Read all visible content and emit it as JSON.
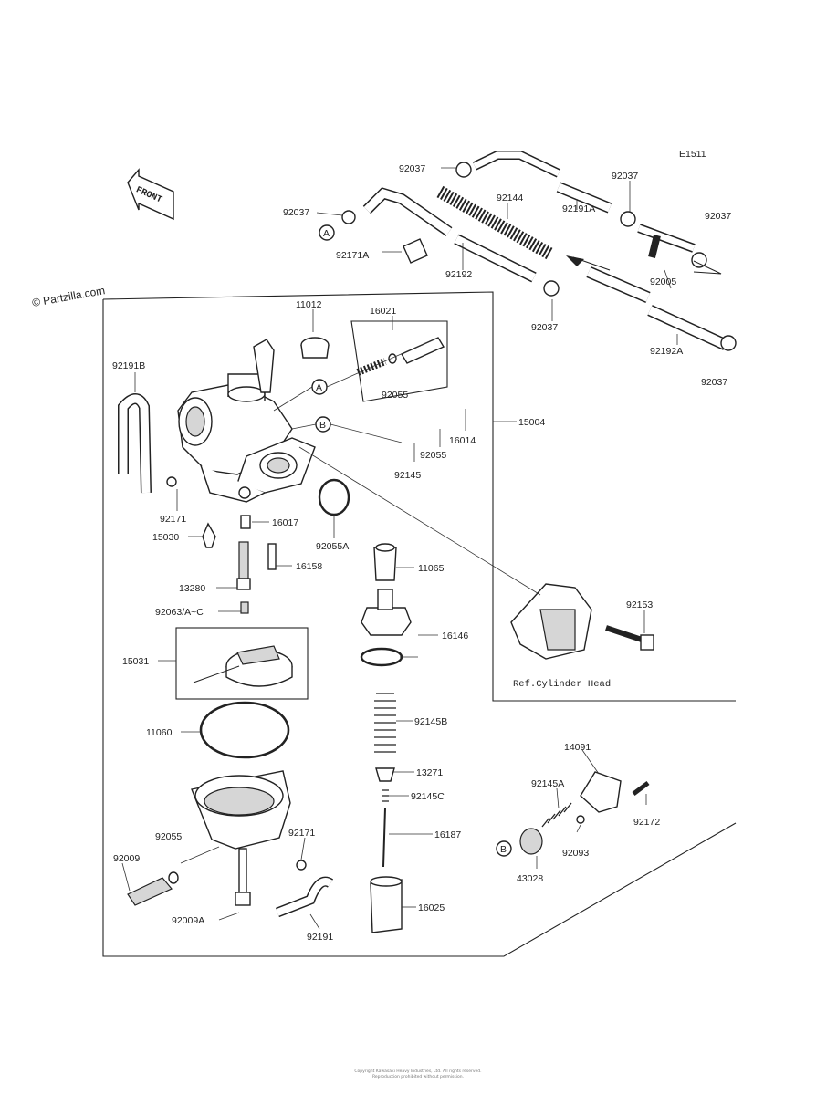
{
  "diagram_code": "E1511",
  "watermark": "© Partzilla.com",
  "front_label": "FRONT",
  "ref_note": "Ref.Cylinder Head",
  "footer_line1": "Copyright Kawasaki Heavy Industries, Ltd. All rights reserved.",
  "footer_line2": "Reproduction prohibited without permission.",
  "markers": {
    "a": "A",
    "b": "B"
  },
  "parts": {
    "p92037_1": "92037",
    "p92037_2": "92037",
    "p92037_3": "92037",
    "p92037_4": "92037",
    "p92037_5": "92037",
    "p92037_6": "92037",
    "p92144": "92144",
    "p92191A": "92191A",
    "p92171A": "92171A",
    "p92192": "92192",
    "p92005": "92005",
    "p92192A": "92192A",
    "p11012": "11012",
    "p16021": "16021",
    "p92191B": "92191B",
    "p92055": "92055",
    "p15004": "15004",
    "p16014": "16014",
    "p92055b": "92055",
    "p92145": "92145",
    "p92171": "92171",
    "p15030": "15030",
    "p16017": "16017",
    "p92055A": "92055A",
    "p13280": "13280",
    "p16158": "16158",
    "p11065": "11065",
    "p92063": "92063/A~C",
    "p92153": "92153",
    "p16146": "16146",
    "p15031": "15031",
    "p11060": "11060",
    "p92145B": "92145B",
    "p13271": "13271",
    "p92145C": "92145C",
    "p14091": "14091",
    "p92145A": "92145A",
    "p92172": "92172",
    "p92055c": "92055",
    "p92171b": "92171",
    "p16187": "16187",
    "p92009": "92009",
    "p92093": "92093",
    "p43028": "43028",
    "p16025": "16025",
    "p92009A": "92009A",
    "p92191": "92191"
  }
}
